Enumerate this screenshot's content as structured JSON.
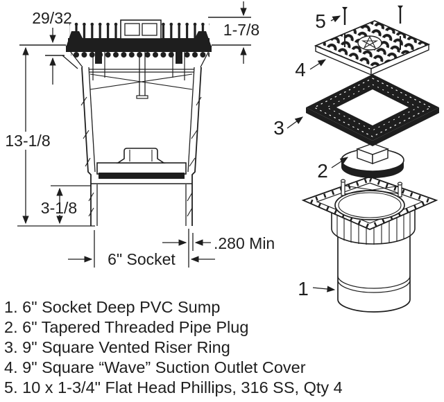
{
  "drawing": {
    "dimensions": {
      "lip_height": "29/32",
      "cover_to_deck": "1-7/8",
      "overall_depth": "13-1/8",
      "socket_depth": "3-1/8",
      "socket_label": "6\" Socket",
      "wall_thickness": ".280 Min"
    },
    "part_numbers": [
      "1",
      "2",
      "3",
      "4",
      "5"
    ]
  },
  "parts_list": {
    "items": [
      "1. 6\" Socket Deep PVC Sump",
      "2. 6\" Tapered Threaded Pipe Plug",
      "3. 9\" Square Vented Riser Ring",
      "4. 9\" Square “Wave” Suction Outlet Cover",
      "5. 10 x 1-3/4\" Flat Head Phillips, 316 SS, Qty 4"
    ]
  },
  "colors": {
    "line": "#1e1e1e",
    "background": "#ffffff"
  }
}
